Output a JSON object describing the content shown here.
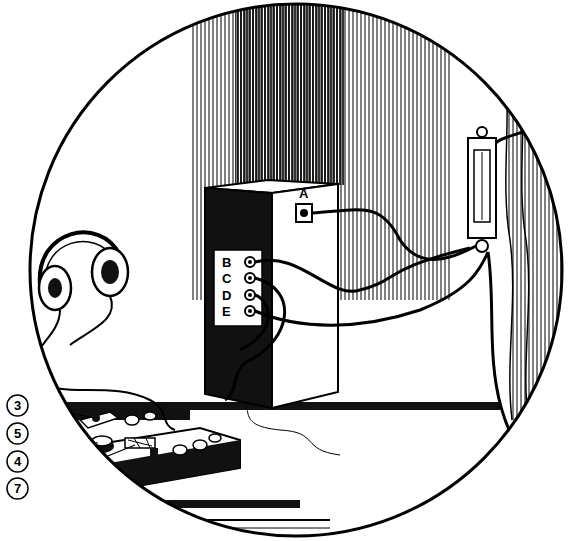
{
  "diagram": {
    "nodes": [
      {
        "text": [
          "3"
        ]
      },
      {
        "text": [
          "5"
        ]
      },
      {
        "text": [
          "4"
        ]
      },
      {
        "text": [
          "7"
        ]
      }
    ],
    "edges": [],
    "labels": [
      "A",
      "B",
      "C",
      "D",
      "E"
    ]
  }
}
